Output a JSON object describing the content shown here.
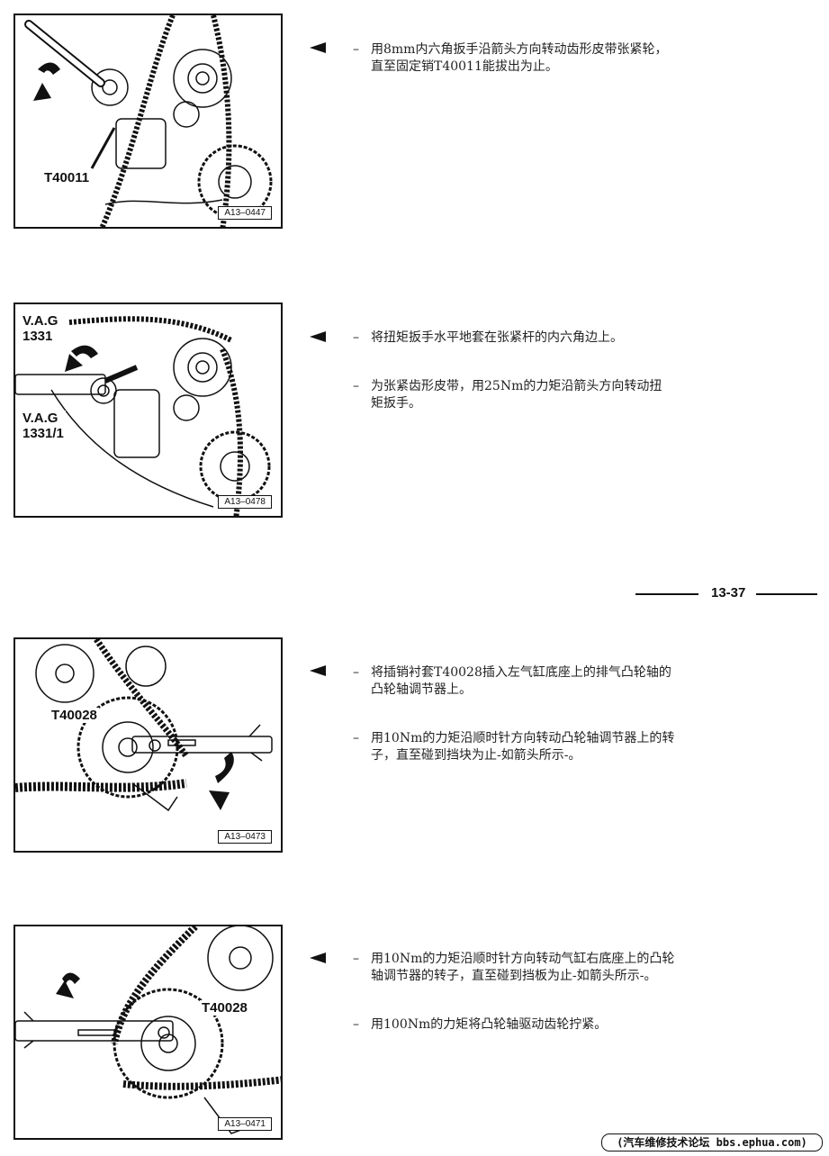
{
  "figures": [
    {
      "id": "A13–0447",
      "labels": [
        "T40011"
      ]
    },
    {
      "id": "A13–0478",
      "labels": [
        "V.A.G\n1331",
        "V.A.G\n1331/1"
      ]
    },
    {
      "id": "A13–0473",
      "labels": [
        "T40028"
      ]
    },
    {
      "id": "A13–0471",
      "labels": [
        "T40028"
      ]
    }
  ],
  "steps": [
    {
      "dash": "–",
      "text": "用8mm内六角扳手沿箭头方向转动齿形皮带张紧轮，\n直至固定销T40011能拔出为止。"
    },
    {
      "dash": "–",
      "text": "将扭矩扳手水平地套在张紧杆的内六角边上。"
    },
    {
      "dash": "–",
      "text": "为张紧齿形皮带，用25Nm的力矩沿箭头方向转动扭\n矩扳手。"
    },
    {
      "dash": "–",
      "text": "将插销衬套T40028插入左气缸底座上的排气凸轮轴的\n凸轮轴调节器上。"
    },
    {
      "dash": "–",
      "text": "用10Nm的力矩沿顺时针方向转动凸轮轴调节器上的转\n子，直至碰到挡块为止-如箭头所示-。"
    },
    {
      "dash": "–",
      "text": "用10Nm的力矩沿顺时针方向转动气缸右底座上的凸轮\n轴调节器的转子，直至碰到挡板为止-如箭头所示-。"
    },
    {
      "dash": "–",
      "text": "用100Nm的力矩将凸轮轴驱动齿轮拧紧。"
    }
  ],
  "page_number": "13-37",
  "watermark": "(汽车维修技术论坛 bbs.ephua.com)"
}
